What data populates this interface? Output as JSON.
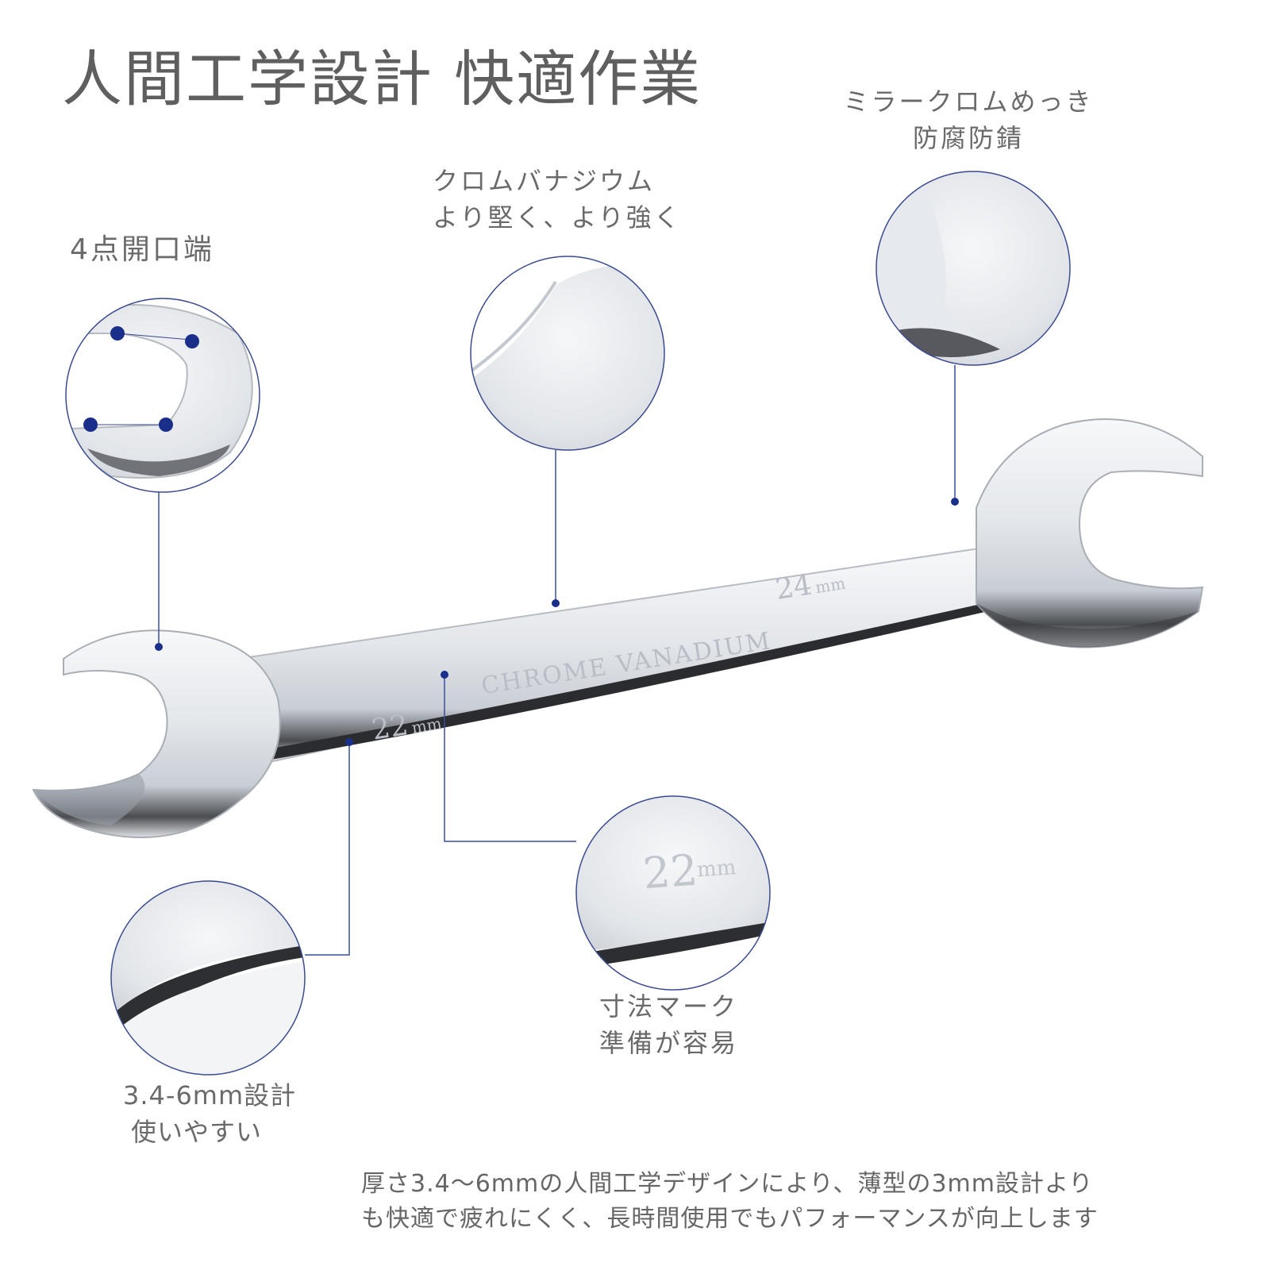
{
  "title": "人間工学設計 快適作業",
  "callouts": {
    "open_end": {
      "line1": "4点開口端"
    },
    "material": {
      "line1": "クロムバナジウム",
      "line2": "より堅く、より強く"
    },
    "finish": {
      "line1": "ミラークロムめっき",
      "line2": "防腐防錆"
    },
    "thickness": {
      "line1": "3.4-6mm設計",
      "line2": "使いやすい"
    },
    "size_mark": {
      "line1": "寸法マーク",
      "line2": "準備が容易"
    }
  },
  "wrench": {
    "engraving_left": "22",
    "engraving_left_unit": "mm",
    "engraving_center": "CHROME VANADIUM",
    "engraving_right": "24",
    "engraving_right_unit": "mm",
    "zoom_size_text": "22",
    "zoom_size_unit": "mm"
  },
  "footer": {
    "line1": "厚さ3.4～6mmの人間工学デザインにより、薄型の3mm設計より",
    "line2": "も快適で疲れにくく、長時間使用でもパフォーマンスが向上します"
  },
  "colors": {
    "accent": "#1a2f8a",
    "leader_line": "#3c4f9a",
    "circle_border": "#3a4a90",
    "steel_light": "#f4f5f7",
    "steel_mid": "#cfd3d9",
    "steel_dark": "#2a2a2a"
  }
}
